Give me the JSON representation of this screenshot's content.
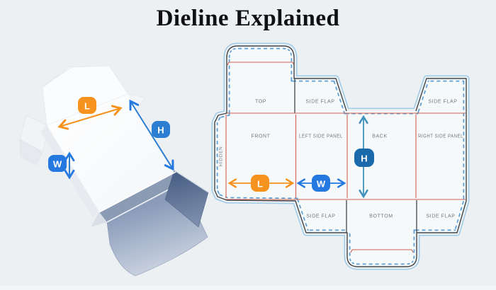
{
  "title": "Dieline Explained",
  "box3d": {
    "length_label": "L",
    "height_label": "H",
    "width_label": "W"
  },
  "dieline": {
    "panels": {
      "top": "TOP",
      "side_flap_top_left": "SIDE FLAP",
      "side_flap_top_right": "SIDE FLAP",
      "front": "FRONT",
      "left_side_panel": "LEFT SIDE PANEL",
      "back": "BACK",
      "right_side_panel": "RIGHT SIDE PANEL",
      "hidden": "HIDDEN",
      "side_flap_bottom_left": "SIDE FLAP",
      "bottom": "BOTTOM",
      "side_flap_bottom_right": "SIDE FLAP"
    },
    "dimensions": {
      "length_label": "L",
      "width_label": "W",
      "height_label": "H"
    }
  },
  "colors": {
    "background": "#edf0f2",
    "length_accent": "#f6921e",
    "width_accent": "#2478e0",
    "height_accent_3d": "#2b7ed2",
    "height_badge_dieline": "#1a6aab",
    "height_arrow_dieline": "#4191bf",
    "fold_line": "#d2604e",
    "cut_line": "#42474c",
    "bleed_line": "#9fcae8",
    "safety_line": "#5f9fd4",
    "label_text": "#6e767e"
  }
}
